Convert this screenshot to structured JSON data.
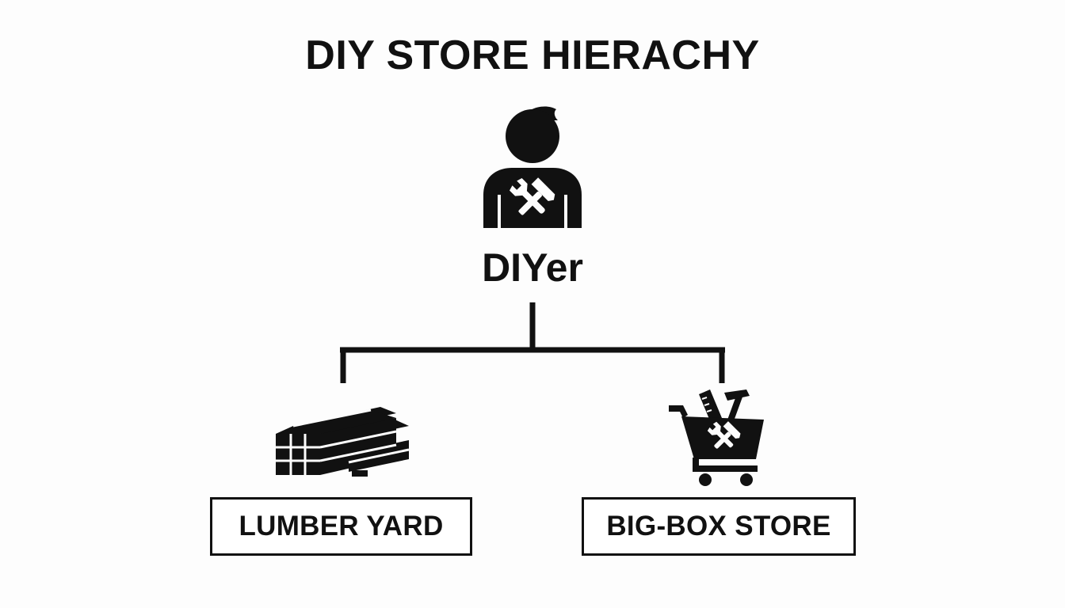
{
  "title": "DIY STORE HIERACHY",
  "root": {
    "label": "DIYer",
    "icon": "person-with-tools-icon"
  },
  "children": [
    {
      "label": "LUMBER YARD",
      "icon": "lumber-stack-icon"
    },
    {
      "label": "BIG-BOX STORE",
      "icon": "shopping-cart-tools-icon"
    }
  ],
  "colors": {
    "ink": "#111111",
    "background": "#fdfdfd"
  }
}
